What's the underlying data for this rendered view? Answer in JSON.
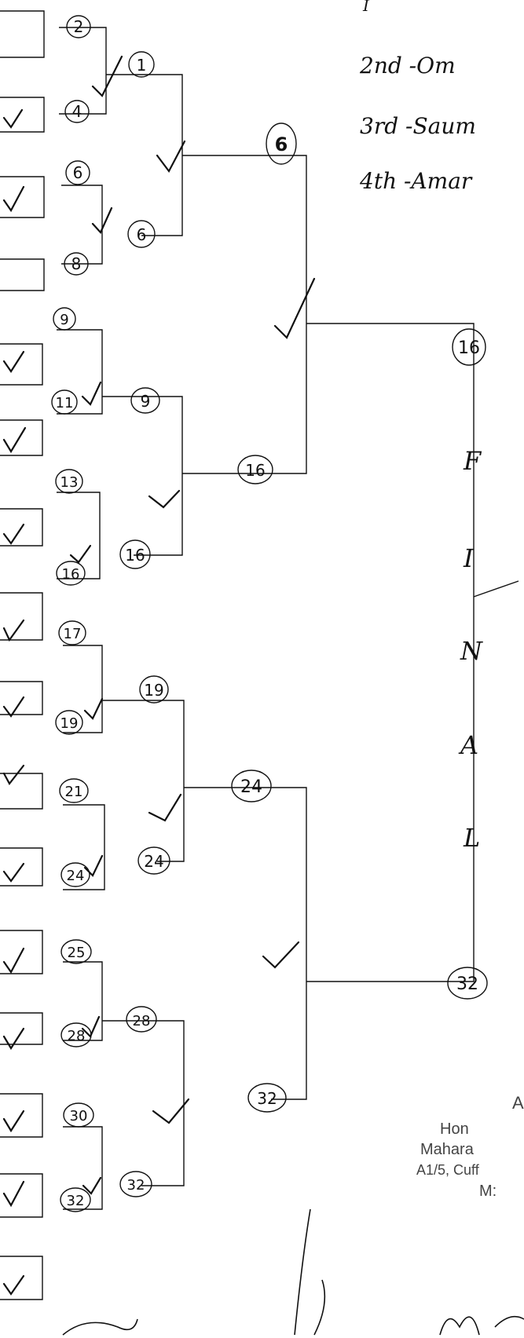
{
  "results_header": {
    "first_mark": "I",
    "placements": [
      "2nd -Om",
      "3rd -Saum",
      "4th -Amar"
    ]
  },
  "round1_numbers": [
    "2",
    "4",
    "6",
    "8",
    "9",
    "11",
    "13",
    "16",
    "17",
    "19",
    "21",
    "24",
    "25",
    "28",
    "30",
    "32"
  ],
  "round2_numbers": [
    "1",
    "6",
    "9",
    "16",
    "19",
    "24",
    "28",
    "32"
  ],
  "round3_numbers": [
    "6",
    "16",
    "24",
    "32"
  ],
  "final_numbers": [
    "16",
    "32"
  ],
  "final_label_letters": [
    "F",
    "I",
    "N",
    "A",
    "L"
  ],
  "stamp_lines": [
    "A",
    "Hon",
    "Mahara",
    "A1/5, Cuff",
    "M:"
  ]
}
